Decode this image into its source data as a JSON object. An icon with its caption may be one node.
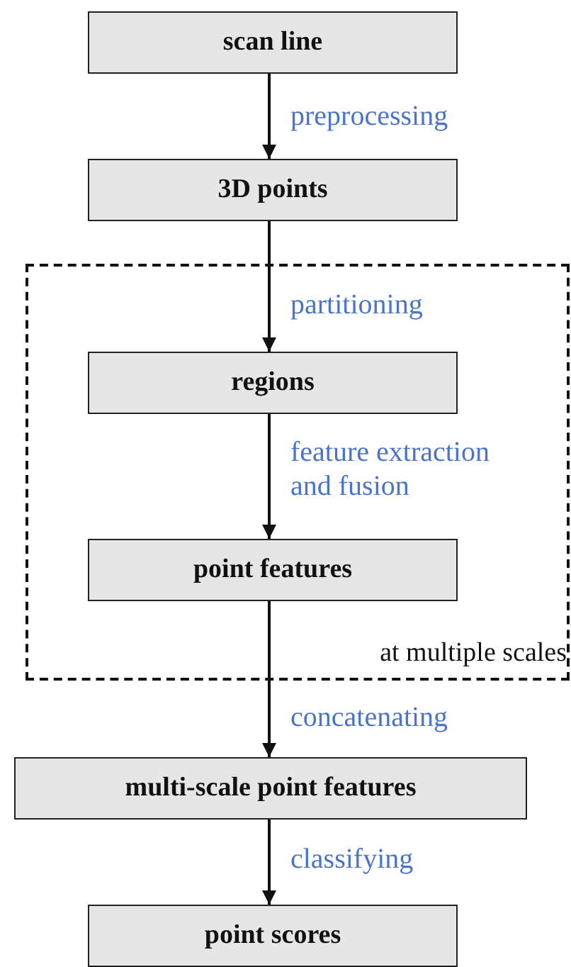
{
  "diagram": {
    "nodes": [
      {
        "text": [
          "scan line"
        ]
      },
      {
        "text": [
          "3D points"
        ]
      },
      {
        "text": [
          "at multiple scales"
        ]
      },
      {
        "text": [
          "regions"
        ],
        "in": 2
      },
      {
        "text": [
          "point features"
        ],
        "in": 2
      },
      {
        "text": [
          "multi-scale point features"
        ]
      },
      {
        "text": [
          "point scores"
        ]
      }
    ],
    "edges": [
      {
        "from": 0,
        "to": 1,
        "arrow": "to",
        "label": "preprocessing"
      },
      {
        "from": 1,
        "to": 3,
        "arrow": "to",
        "label": "partitioning"
      },
      {
        "from": 3,
        "to": 4,
        "arrow": "to",
        "label": "feature extraction and fusion"
      },
      {
        "from": 4,
        "to": 5,
        "arrow": "to",
        "label": "concatenating"
      },
      {
        "from": 5,
        "to": 6,
        "arrow": "to",
        "label": "classifying"
      }
    ]
  }
}
